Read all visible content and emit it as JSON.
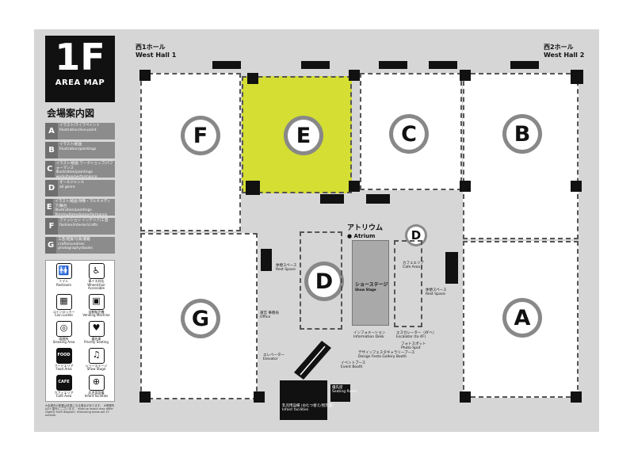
{
  "sidebar": {
    "logo_big": "1F",
    "logo_sub": "AREA MAP",
    "venue_title": "会場案内図",
    "legend": [
      {
        "key": "A",
        "jp": "イラスト/ライブペイント",
        "en": "Illustration/live-paint"
      },
      {
        "key": "B",
        "jp": "イラスト/絵画",
        "en": "Illustration/paintings"
      },
      {
        "key": "C",
        "jp": "イラスト/絵画 ワークショップ/パフォーマンス",
        "en": "Illustration/paintings workshop/performance"
      },
      {
        "key": "D",
        "jp": "オールジャンル",
        "en": "all genre"
      },
      {
        "key": "E",
        "jp": "イラスト/絵画 映像・マルチメディア/舞台",
        "en": "Illustration/paintings film/multimedia/performance"
      },
      {
        "key": "F",
        "jp": "ファッション インテリア/工芸",
        "en": "fashion/interior/crafts"
      },
      {
        "key": "G",
        "jp": "工芸/雑貨/写真/書籍",
        "en": "crafts/sundries photography/books"
      }
    ],
    "facilities": [
      {
        "icon": "🚻",
        "jp": "トイレ",
        "en": "Restroom",
        "dark": false
      },
      {
        "icon": "♿",
        "jp": "車イス対応",
        "en": "Wheelchair Accessible",
        "dark": false
      },
      {
        "icon": "▦",
        "jp": "コインロッカー",
        "en": "Coin Locker",
        "dark": false
      },
      {
        "icon": "▣",
        "jp": "自動販売機",
        "en": "Vending Machine",
        "dark": false
      },
      {
        "icon": "◎",
        "jp": "喫煙所",
        "en": "Smoking Area",
        "dark": false
      },
      {
        "icon": "♥",
        "jp": "優先席",
        "en": "Priority Seating",
        "dark": false
      },
      {
        "icon": "FOOD",
        "jp": "フードエリア",
        "en": "Food Area",
        "dark": true
      },
      {
        "icon": "♫",
        "jp": "ショーステージ",
        "en": "Show Stage",
        "dark": false
      },
      {
        "icon": "CAFE",
        "jp": "カフェエリア",
        "en": "Cafe Area",
        "dark": true
      },
      {
        "icon": "⊕",
        "jp": "乳児用設備",
        "en": "Infant facilities",
        "dark": false
      }
    ],
    "note": "※会場内の配置は変更になる場合があります。 ※喫煙所は1F 屋外にございます。 ※Venue layout may differ slightly from diagram. ※Smoking areas are 1F outside."
  },
  "halls": {
    "west1_jp": "西1ホール",
    "west1_en": "West Hall 1",
    "west2_jp": "西2ホール",
    "west2_en": "West Hall 2"
  },
  "zones": {
    "F": "F",
    "E": "E",
    "C": "C",
    "B": "B",
    "G": "G",
    "A": "A",
    "D_big": "D",
    "D_small": "D"
  },
  "atrium": {
    "jp": "アトリウム",
    "en": "● Atrium",
    "stage_jp": "ショーステージ",
    "stage_en": "Show Stage",
    "rest_left_jp": "休憩スペース",
    "rest_left_en": "Rest Space",
    "rest_right_jp": "休憩スペース",
    "rest_right_en": "Rest Space",
    "cafe_jp": "カフェエリア",
    "cafe_en": "Cafe Area",
    "info_jp": "インフォメーション",
    "info_en": "Information Desk",
    "escalator_jp": "エスカレーター（4Fへ）",
    "escalator_en": "Escalator (to 4F)",
    "photo_jp": "フォトスポット",
    "photo_en": "Photo Spot",
    "gallery_jp": "デザインフェスタギャラリーブース",
    "gallery_en": "Design Festa Gallery Booth",
    "event_jp": "イベントブース",
    "event_en": "Event Booth",
    "elevator_jp": "エレベーター",
    "elevator_en": "Elevator",
    "office_jp": "運営 事務局",
    "office_en": "Office",
    "infant_jp": "乳児用設備 (おむつ替え/授乳室)",
    "infant_en": "Infant facilities",
    "priority_jp": "優先席",
    "priority_en": "Seating Room"
  }
}
